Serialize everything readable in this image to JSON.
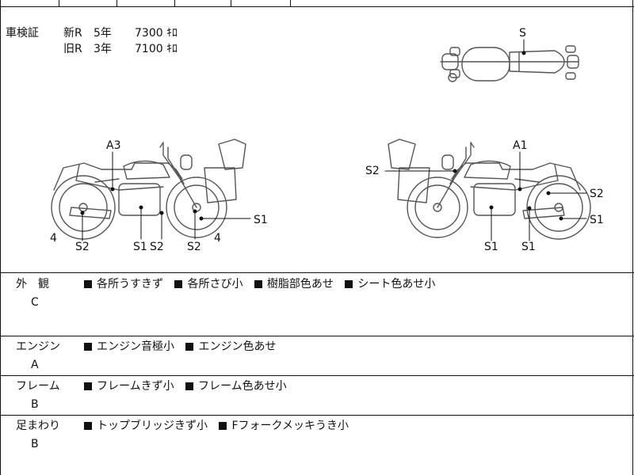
{
  "inspection": {
    "label": "車検証",
    "rows": [
      {
        "type": "新R",
        "years": "5年",
        "amount": "7300",
        "unit": "ｷﾛ"
      },
      {
        "type": "旧R",
        "years": "3年",
        "amount": "7100",
        "unit": "ｷﾛ"
      }
    ]
  },
  "diagram": {
    "top_view_label": "S",
    "left_view_labels": [
      "A3",
      "4",
      "S2",
      "S1",
      "S2",
      "S2",
      "S1",
      "4"
    ],
    "right_view_labels": [
      "A1",
      "S2",
      "S2",
      "S1",
      "S1",
      "S1"
    ]
  },
  "conditions": [
    {
      "category": "外　観",
      "grade": "C",
      "notes": [
        "各所うすきず",
        "各所さび小",
        "樹脂部色あせ",
        "シート色あせ小"
      ]
    },
    {
      "category": "エンジン",
      "grade": "A",
      "notes": [
        "エンジン音極小",
        "エンジン色あせ"
      ]
    },
    {
      "category": "フレーム",
      "grade": "B",
      "notes": [
        "フレームきず小",
        "フレーム色あせ小"
      ]
    },
    {
      "category": "足まわり",
      "grade": "B",
      "notes": [
        "トップブリッジきず小",
        "Fフォークメッキうき小"
      ]
    }
  ],
  "colors": {
    "ink": "#111111",
    "line_gray": "#555555",
    "background": "#ffffff"
  }
}
